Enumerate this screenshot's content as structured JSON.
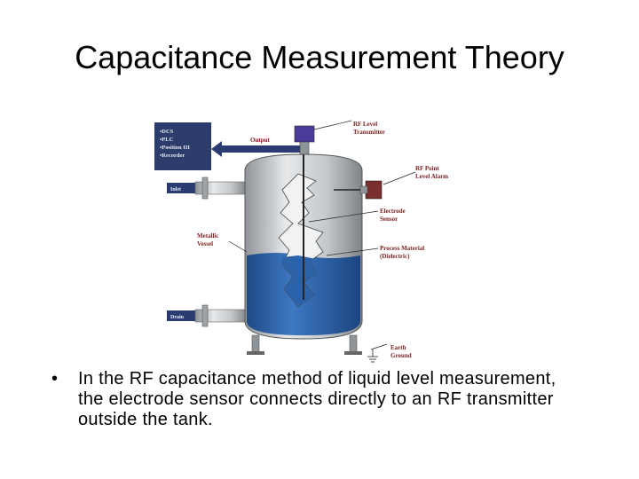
{
  "slide": {
    "title": "Capacitance Measurement Theory",
    "bullet_symbol": "•",
    "bullet_text": "In the RF capacitance method of liquid level measurement, the electrode sensor connects directly to an RF transmitter outside the tank."
  },
  "diagram": {
    "control_box_lines": [
      "•DCS",
      "•PLC",
      "•Position III",
      "•Recorder"
    ],
    "output_label": "Output",
    "rf_level_transmitter": [
      "RF Level",
      "Transmitter"
    ],
    "rf_point_alarm": [
      "RF Point",
      "Level Alarm"
    ],
    "electrode_sensor": [
      "Electrode",
      "Sensor"
    ],
    "metallic_vessel": [
      "Metallic",
      "Vessel"
    ],
    "process_material": [
      "Process Material",
      "(Dielectric)"
    ],
    "earth_ground": [
      "Earth",
      "Ground"
    ],
    "inlet_label": "Inlet",
    "drain_label": "Drain",
    "colors": {
      "tank_fill": "#c9cdd0",
      "liquid": "#2b62a8",
      "control_box": "#2c3d6b",
      "arrow": "#2a3c72",
      "transmitter": "#4a3b9a",
      "alarm": "#7a2e2e",
      "label": "#7a1f1f"
    }
  }
}
